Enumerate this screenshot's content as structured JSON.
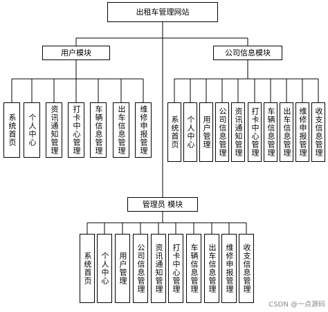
{
  "root": "出租车管理网站",
  "modules": {
    "user": {
      "title": "用户模块",
      "items": [
        "系统首页",
        "个人中心",
        "资讯通知管理",
        "打卡中心管理",
        "车辆信息管理",
        "出车信息管理",
        "维修申报管理"
      ]
    },
    "company": {
      "title": "公司信息模块",
      "items": [
        "系统首页",
        "个人中心",
        "用户管理",
        "公司信息管理",
        "资讯通知管理",
        "打卡中心管理",
        "车辆信息管理",
        "出车信息管理",
        "维修申报管理",
        "收支信息管理"
      ]
    },
    "admin": {
      "title": "管理员 模块",
      "items": [
        "系统首页",
        "个人中心",
        "用户管理",
        "公司信息管理",
        "资讯通知管理",
        "打卡中心管理",
        "车辆信息管理",
        "出车信息管理",
        "维修申报管理",
        "收支信息管理"
      ]
    }
  },
  "watermark": "CSDN @一点源码"
}
